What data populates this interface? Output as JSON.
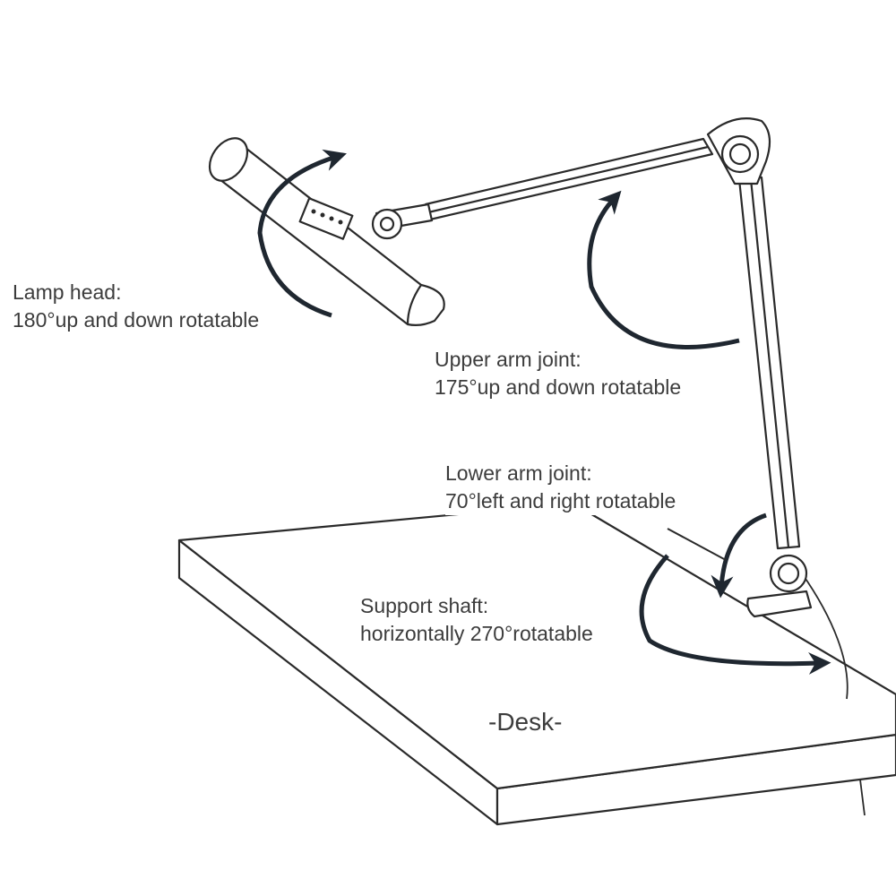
{
  "labels": {
    "lamp_head": {
      "title": "Lamp head:",
      "desc": "180°up and down rotatable"
    },
    "upper_arm": {
      "title": "Upper arm joint:",
      "desc": "175°up and down rotatable"
    },
    "lower_arm": {
      "title": "Lower arm joint:",
      "desc": "70°left and right rotatable"
    },
    "support": {
      "title": "Support shaft:",
      "desc": "horizontally 270°rotatable"
    },
    "desk": "-Desk-"
  },
  "colors": {
    "line": "#2a2a2a",
    "arrow": "#1f2730",
    "text": "#3c3c3c"
  }
}
